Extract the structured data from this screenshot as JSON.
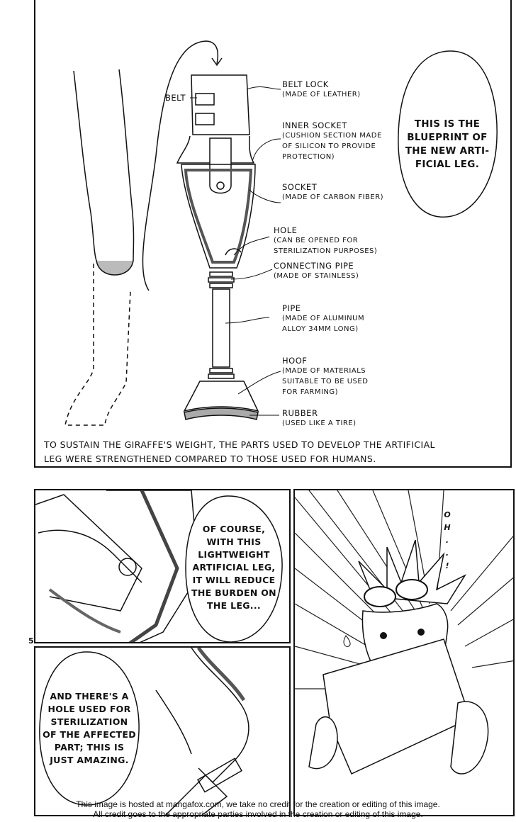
{
  "diagram": {
    "labels": {
      "belt": "BELT",
      "belt_lock": {
        "title": "BELT LOCK",
        "lines": [
          "(MADE OF LEATHER)"
        ]
      },
      "inner_socket": {
        "title": "INNER SOCKET",
        "lines": [
          "(CUSHION SECTION MADE",
          "OF SILICON TO PROVIDE",
          "PROTECTION)"
        ]
      },
      "socket": {
        "title": "SOCKET",
        "lines": [
          "(MADE OF CARBON FIBER)"
        ]
      },
      "hole": {
        "title": "HOLE",
        "lines": [
          "(CAN BE OPENED FOR",
          "STERILIZATION PURPOSES)"
        ]
      },
      "connecting_pipe": {
        "title": "CONNECTING PIPE",
        "lines": [
          "(MADE OF STAINLESS)"
        ]
      },
      "pipe": {
        "title": "PIPE",
        "lines": [
          "(MADE OF ALUMINUM",
          "ALLOY 34MM LONG)"
        ]
      },
      "hoof": {
        "title": "HOOF",
        "lines": [
          "(MADE OF MATERIALS",
          "SUITABLE TO BE USED",
          "FOR FARMING)"
        ]
      },
      "rubber": {
        "title": "RUBBER",
        "lines": [
          "(USED LIKE A TIRE)"
        ]
      }
    },
    "bubble_lines": [
      "THIS IS THE",
      "BLUEPRINT OF",
      "THE NEW ARTI-",
      "FICIAL LEG."
    ],
    "caption": "TO SUSTAIN THE GIRAFFE'S WEIGHT, THE PARTS USED TO DEVELOP THE ARTIFICIAL LEG WERE STRENGTHENED COMPARED TO THOSE USED FOR HUMANS."
  },
  "panels": {
    "closeup_top_bubble": [
      "OF COURSE,",
      "WITH THIS",
      "LIGHTWEIGHT",
      "ARTIFICIAL LEG,",
      "IT WILL REDUCE",
      "THE BURDEN ON",
      "THE LEG..."
    ],
    "closeup_bottom_bubble": [
      "AND THERE'S A",
      "HOLE USED FOR",
      "STERILIZATION",
      "OF THE AFFECTED",
      "PART; THIS IS",
      "JUST AMAZING."
    ],
    "sfx_oh": [
      "O",
      "H",
      ".",
      ".",
      "!"
    ],
    "page_number": "5"
  },
  "footer": {
    "line1": "This image is hosted at mangafox.com, we take no credit for the creation or editing of this image.",
    "line2": "All credit goes to the appropriate parties involved in the creation or editing of this image."
  }
}
